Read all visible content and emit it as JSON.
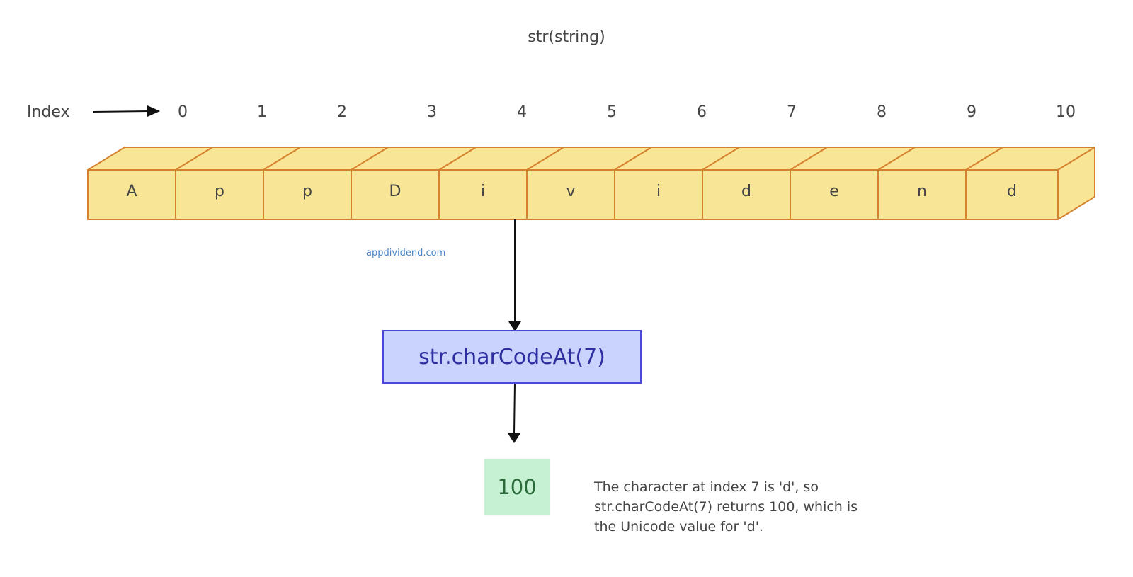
{
  "title": "str(string)",
  "index_label": "Index",
  "indices": [
    "0",
    "1",
    "2",
    "3",
    "4",
    "5",
    "6",
    "7",
    "8",
    "9",
    "10"
  ],
  "characters": [
    "A",
    "p",
    "p",
    "D",
    "i",
    "v",
    "i",
    "d",
    "e",
    "n",
    "d"
  ],
  "watermark": "appdividend.com",
  "method_call": "str.charCodeAt(7)",
  "result": "100",
  "explanation": "The character at index 7 is 'd', so str.charCodeAt(7) returns 100, which is the Unicode value for 'd'.",
  "colors": {
    "cell_fill": "#f9e596",
    "cell_stroke": "#d5822e",
    "method_fill": "#c9d3fb",
    "method_stroke": "#4a48d6",
    "result_fill": "#c6f2d3",
    "arrow": "#111111",
    "watermark": "#4a86c8"
  }
}
